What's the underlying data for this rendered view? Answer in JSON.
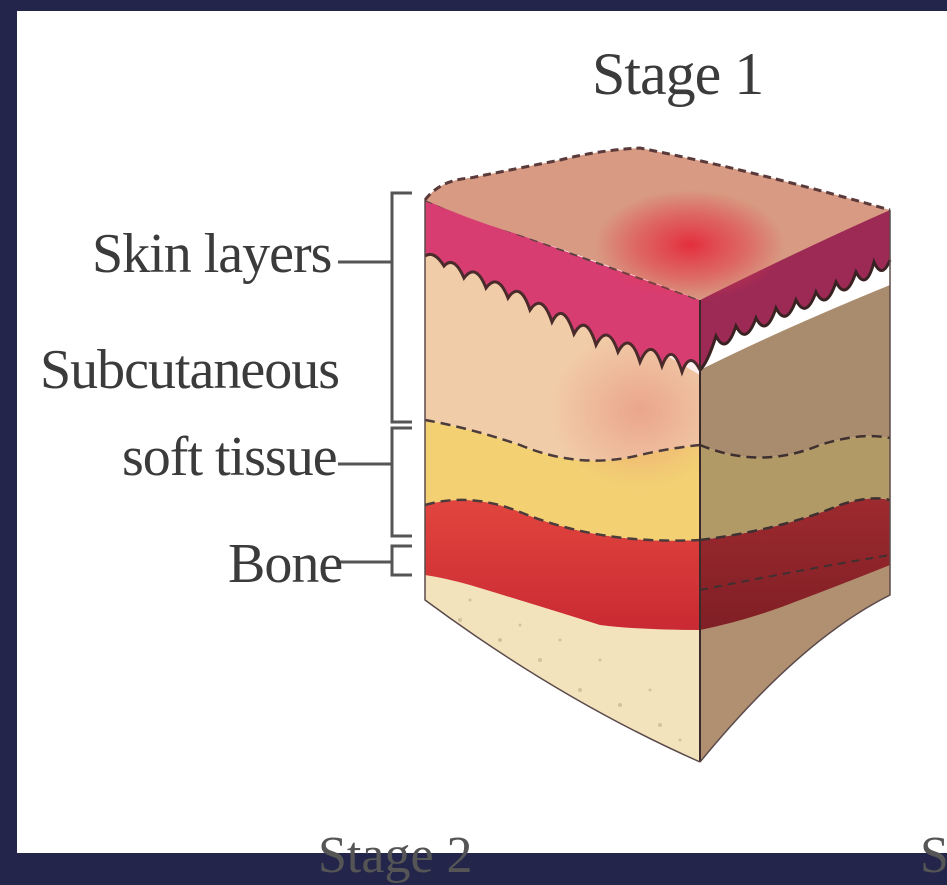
{
  "diagram": {
    "title": "Stage 1",
    "labels": {
      "skin": "Skin layers",
      "subcutaneous_line1": "Subcutaneous",
      "subcutaneous_line2": "soft tissue",
      "bone": "Bone"
    },
    "footer": {
      "next_stage_left": "Stage 2",
      "next_stage_right": "S"
    }
  },
  "colors": {
    "skin_top": "#d89a82",
    "epidermis": "#d83d72",
    "dermis": "#f1cca9",
    "fat": "#f3d173",
    "muscle": "#d8343a",
    "bone": "#f3e3bd",
    "side_shade": "#a98b6d",
    "redness": "#e4283a"
  }
}
